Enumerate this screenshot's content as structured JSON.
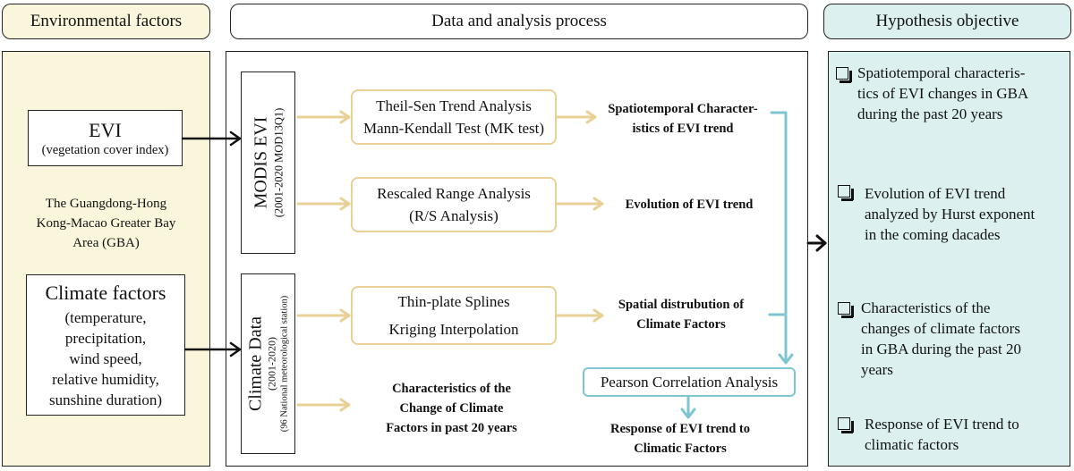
{
  "headers": {
    "environmental": "Environmental factors",
    "process": "Data and  analysis process",
    "hypothesis": "Hypothesis objective"
  },
  "environmental": {
    "evi_title": "EVI",
    "evi_sub": "(vegetation cover index)",
    "region": [
      "The Guangdong-Hong",
      "Kong-Macao Greater Bay",
      "Area (GBA)"
    ],
    "climate_title": "Climate factors",
    "climate_items": [
      "(temperature,",
      "precipitation,",
      "wind speed,",
      "relative humidity,",
      "sunshine duration)"
    ]
  },
  "sources": {
    "modis_title": "MODIS EVI",
    "modis_sub": "(2001-2020 MOD13Q1)",
    "climate_title": "Climate Data",
    "climate_sub": "(2001-2020)",
    "climate_sub2": "(96 National meteorological station)"
  },
  "methods": {
    "theil_line1": "Theil-Sen Trend Analysis",
    "theil_line2": "Mann-Kendall Test (MK test)",
    "rs_line1": "Rescaled Range Analysis",
    "rs_line2": "(R/S Analysis)",
    "tps_line1": "Thin-plate Splines",
    "tps_line2": "Kriging Interpolation",
    "pearson": "Pearson Correlation Analysis"
  },
  "outputs": {
    "spatio_line1": "Spatiotemporal Character-",
    "spatio_line2": "istics of EVI trend",
    "evolution": "Evolution of EVI trend",
    "spatial_line1": "Spatial distrubution of",
    "spatial_line2": "Climate Factors",
    "change_line1": "Characteristics of the",
    "change_line2": "Change of Climate",
    "change_line3": "Factors in past 20 years",
    "response_line1": "Response of EVI trend to",
    "response_line2": "Climatic Factors"
  },
  "hypotheses": [
    [
      "Spatiotemporal characteris-",
      "tics of EVI changes in GBA",
      "during the past 20 years"
    ],
    [
      "Evolution of EVI trend",
      "analyzed by Hurst exponent",
      "in the coming dacades"
    ],
    [
      "Characteristics of the",
      "changes of climate factors",
      "in GBA during the past 20",
      "years"
    ],
    [
      "Response of EVI trend to",
      "climatic factors"
    ]
  ],
  "colors": {
    "env_fill": "#faf6dc",
    "hyp_fill": "#dcf0f0",
    "yellow_arrow": "#e9d095",
    "teal_arrow": "#7cc6cf"
  }
}
